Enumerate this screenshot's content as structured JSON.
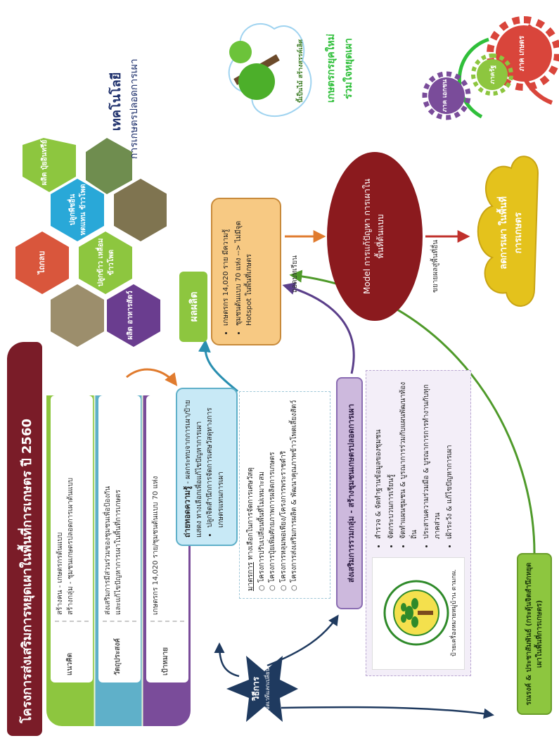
{
  "title": "โครงการส่งเสริมการหยุดเผาในพื้นที่การเกษตร ปี 2560",
  "info_rows": [
    {
      "label": "แนวคิด",
      "lines": [
        "สร้างคน - เกษตรกรต้นแบบ",
        "สร้างกลุ่ม - ชุมชนเกษตรปลอดการเผาต้นแบบ"
      ]
    },
    {
      "label": "วัตถุประสงค์",
      "lines": [
        "ส่งเสริมการมีส่วนร่วมของชุมชนเพื่อป้องกัน",
        "และแก้ไขปัญหาการเผาในพื้นที่การเกษตร"
      ]
    },
    {
      "label": "เป้าหมาย",
      "lines": [
        "เกษตรกร 14,020 ราย/ชุมชนต้นแบบ 70 แห่ง"
      ]
    }
  ],
  "method_star": {
    "title": "วิธีการ",
    "subtitle": "(จัดเวทีแลกเปลี่ยน)"
  },
  "knowledge_box": {
    "title": "ถ่ายทอดความรู้",
    "intro": "- ผลกระทบจากการเผา/ป้ายแสดง ทางเลือกเพื่อแก้ไขปัญหาการเผา",
    "bullet": "ปลูกจิตสำนึกการจัดการเศษวัสดุทางการเกษตรแทนการเผา"
  },
  "options_box": {
    "title": "มาตรการ",
    "title_rest": "ทางเลือกในการจัดการเศษวัสดุ",
    "items": [
      "โครงการปรับเปลี่ยนพื้นที่ไม่เหมาะสม",
      "โครงการปุ๋ยเพิ่มศักยภาพการผลิตการเกษตร",
      "โครงการหลุมพอเพียง/โครงการพระราชดำริ",
      "โครงการส่งเสริมการผลิต & พัฒนาคุณภาพข้าวโพดเลี้ยงสัตว์"
    ]
  },
  "community_box": {
    "title": "ส่งเสริมการรวมกลุ่ม - สร้างชุมชนเกษตรปลอดการเผา",
    "items": [
      "สำรวจ & จัดทำฐานข้อมูลของชุมชน",
      "จัดกระบวนการเรียนรู้",
      "จัดทำแผนชุมชน & บูรณาการร่วมกับแผนพัฒนาท้องถิ่น",
      "ประสานความร่วมมือ & บูรณาการการทำงานกับทุกภาคส่วน",
      "เฝ้าระวัง & แก้ไขปัญหาการเผา"
    ],
    "logo_caption": "ป้ายเครื่องหมายหมู่บ้าน ตามกผ."
  },
  "pr_box": "รณรงค์ & ประชาสัมพันธ์ (กระตุ้นจิตสำนึกหยุดเผาในพื้นที่การเกษตร)",
  "output_tab": "ผลผลิต",
  "output_scroll": [
    "เกษตรกร 14,020 ราย มีความรู้",
    "ชุมชนต้นแบบ 70 แห่ง --> ไม่มีจุด Hotspot ในพื้นที่เกษตร"
  ],
  "arrow_labels": {
    "learn": "ถอดบทเรียน",
    "expand": "ขยายผลสู่พื้นที่อื่น"
  },
  "model_oval": "Model การแก้ปัญหา การเผาในพื้นที่ต้นแบบ",
  "outcome_cloud": "ลดการเผา ในพื้นที่การเกษตร",
  "tech_title": "เทคโนโลยี",
  "tech_subtitle": "การเกษตรปลอดการเผา",
  "hexagons": [
    {
      "label": "ผลิต อาหารสัตว์",
      "color": "#6a3d8f"
    },
    {
      "label": "ปลูกข้าว เหลื่อม ข้าวโพด",
      "color": "#8dc63f"
    },
    {
      "label": "ปลูกพืชอื่น ทดแทน ข้าวโพด",
      "color": "#29a8d8"
    },
    {
      "label": "ผลิต ปุ๋ยอินทรีย์",
      "color": "#8dc63f"
    },
    {
      "label": "ไถกลบ",
      "color": "#d9563c"
    }
  ],
  "tree_caption": "นี้เป็นไม้ สร้างสรรค์เลิศ",
  "slogan": [
    "เกษตรกรยุคใหม่",
    "ร่วมใจหยุดเผา"
  ],
  "gears": [
    "ภาค เกษตร",
    "ภาค เอกชน",
    "ภาครัฐ"
  ],
  "colors": {
    "title": "#7a1c28",
    "green": "#8dc63f",
    "blue": "#5fb0c9",
    "purple": "#7a4c9a",
    "navy": "#1f3a5f",
    "orange": "#e07b2e",
    "maroon": "#8b1a1e",
    "gold": "#e4c21c",
    "red_gear": "#d9453b"
  }
}
